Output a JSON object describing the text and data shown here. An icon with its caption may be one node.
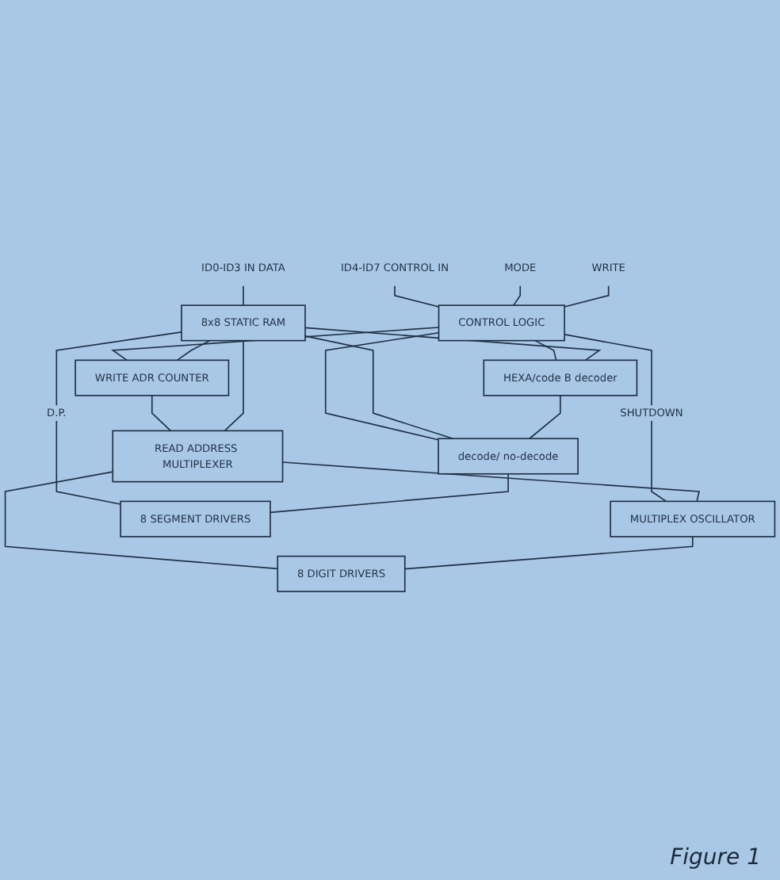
{
  "diagram": {
    "caption": "Figure 1",
    "nodes": [
      {
        "text": [
          "CONTROL LOGIC"
        ]
      },
      {
        "text": [
          "8x8 STATIC RAM"
        ]
      },
      {
        "text": [
          "WRITE ADR COUNTER"
        ]
      },
      {
        "text": [
          "HEXA/code B decoder"
        ]
      },
      {
        "text": [
          "READ ADDRESS MULTIPLEXER"
        ]
      },
      {
        "text": [
          "decode/ no-decode"
        ]
      },
      {
        "text": [
          "MULTIPLEX OSCILLATOR"
        ]
      },
      {
        "text": [
          "8 SEGMENT DRIVERS"
        ]
      },
      {
        "text": [
          "8 DIGIT DRIVERS"
        ]
      },
      {
        "text": [
          "ID0-ID3 IN DATA"
        ]
      },
      {
        "text": [
          "ID4-ID7 CONTROL IN"
        ]
      },
      {
        "text": [
          "MODE"
        ]
      },
      {
        "text": [
          "WRITE"
        ]
      }
    ],
    "edges": [
      {
        "from": 10,
        "to": 0,
        "arrow": "none"
      },
      {
        "from": 9,
        "to": 1,
        "arrow": "none"
      },
      {
        "from": 11,
        "to": 0,
        "arrow": "none"
      },
      {
        "from": 12,
        "to": 0,
        "arrow": "none"
      },
      {
        "from": 0,
        "to": 2,
        "arrow": "none"
      },
      {
        "from": 0,
        "to": 3,
        "arrow": "none"
      },
      {
        "from": 0,
        "to": 5,
        "arrow": "none"
      },
      {
        "from": 0,
        "to": 6,
        "label": "SHUTDOWN",
        "arrow": "none"
      },
      {
        "from": 1,
        "to": 2,
        "arrow": "none"
      },
      {
        "from": 2,
        "to": 4,
        "arrow": "none"
      },
      {
        "from": 1,
        "to": 3,
        "arrow": "none"
      },
      {
        "from": 1,
        "to": 5,
        "arrow": "none"
      },
      {
        "from": 1,
        "to": 4,
        "arrow": "none"
      },
      {
        "from": 4,
        "to": 8,
        "arrow": "none"
      },
      {
        "from": 1,
        "to": 7,
        "label": "D.P.",
        "arrow": "none"
      },
      {
        "from": 3,
        "to": 5,
        "arrow": "none"
      },
      {
        "from": 5,
        "to": 7,
        "arrow": "none"
      },
      {
        "from": 4,
        "to": 6,
        "arrow": "none"
      },
      {
        "from": 6,
        "to": 8,
        "arrow": "none"
      }
    ]
  }
}
